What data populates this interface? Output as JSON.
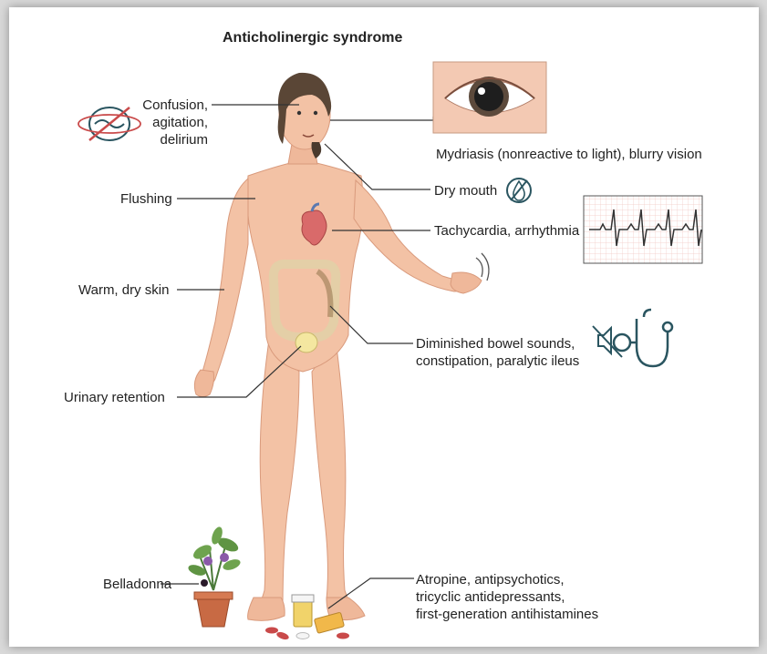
{
  "title": "Anticholinergic syndrome",
  "labels": {
    "confusion": [
      "Confusion,",
      "agitation,",
      "delirium"
    ],
    "flushing": "Flushing",
    "warm_dry_skin": "Warm, dry skin",
    "urinary_retention": "Urinary retention",
    "belladonna": "Belladonna",
    "mydriasis": "Mydriasis (nonreactive to light), blurry vision",
    "dry_mouth": "Dry mouth",
    "tachycardia": "Tachycardia, arrhythmia",
    "bowel": [
      "Diminished bowel sounds,",
      "constipation, paralytic ileus"
    ],
    "drugs": [
      "Atropine, antipsychotics,",
      "tricyclic antidepressants,",
      "first-generation antihistamines"
    ]
  },
  "colors": {
    "skin": "#f3c2a5",
    "skin_shadow": "#e6a98a",
    "hair": "#5a4636",
    "leader": "#333333",
    "icon": "#2a5560",
    "accent_red": "#c94a4a",
    "ecg_grid": "#f2c9c4"
  },
  "icons": [
    "brain-confusion-icon",
    "no-water-icon",
    "muted-speaker-icon",
    "stethoscope-icon"
  ]
}
